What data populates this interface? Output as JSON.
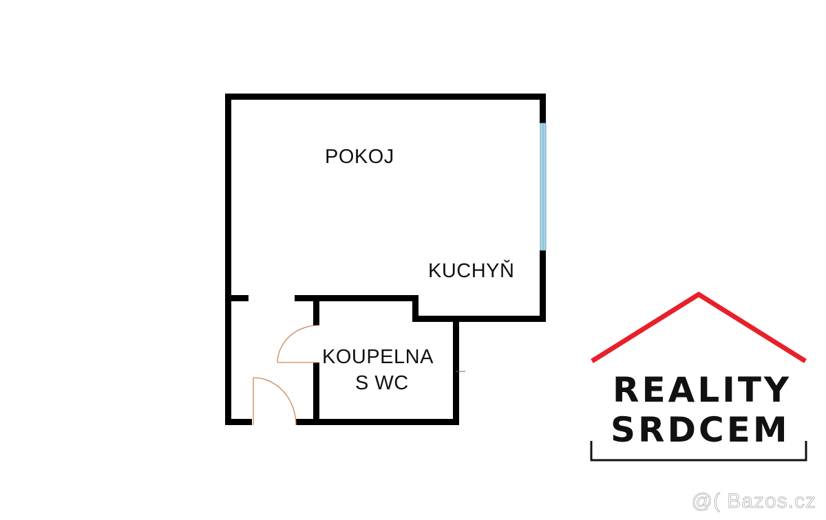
{
  "floor_plan": {
    "rooms": [
      {
        "id": "pokoj",
        "label": "POKOJ"
      },
      {
        "id": "kuchyn",
        "label": "KUCHYŇ"
      },
      {
        "id": "koupelna",
        "label_line1": "KOUPELNA",
        "label_line2": "S WC"
      }
    ],
    "colors": {
      "wall": "#000000",
      "window": "#a8d8ea",
      "door": "#c8875a",
      "background": "#ffffff"
    }
  },
  "logo": {
    "line1": "REALITY",
    "line2": "SRDCEM",
    "roof_color": "#e8202a",
    "text_color": "#111111"
  },
  "watermark": {
    "text": "@( Bazos.cz"
  }
}
